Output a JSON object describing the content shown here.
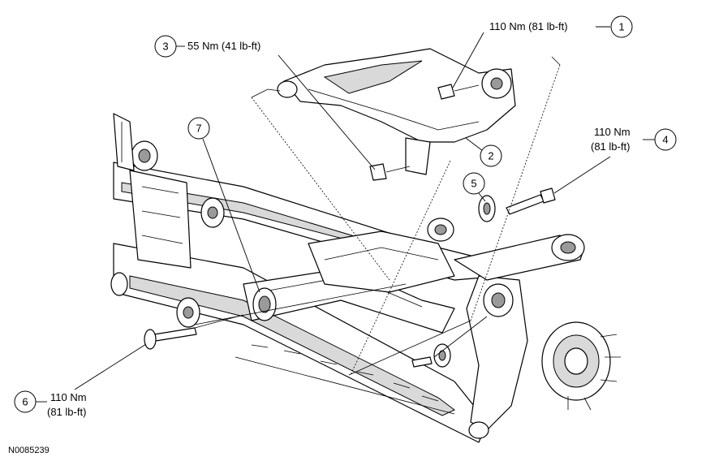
{
  "figure_id": "N0085239",
  "callouts": [
    {
      "number": "1",
      "torque_line1": "110 Nm (81 lb-ft)",
      "torque_line2": ""
    },
    {
      "number": "2",
      "torque_line1": "",
      "torque_line2": ""
    },
    {
      "number": "3",
      "torque_line1": "55 Nm (41 lb-ft)",
      "torque_line2": ""
    },
    {
      "number": "4",
      "torque_line1": "110 Nm",
      "torque_line2": "(81 lb-ft)"
    },
    {
      "number": "5",
      "torque_line1": "",
      "torque_line2": ""
    },
    {
      "number": "6",
      "torque_line1": "110 Nm",
      "torque_line2": "(81 lb-ft)"
    },
    {
      "number": "7",
      "torque_line1": "",
      "torque_line2": ""
    }
  ]
}
